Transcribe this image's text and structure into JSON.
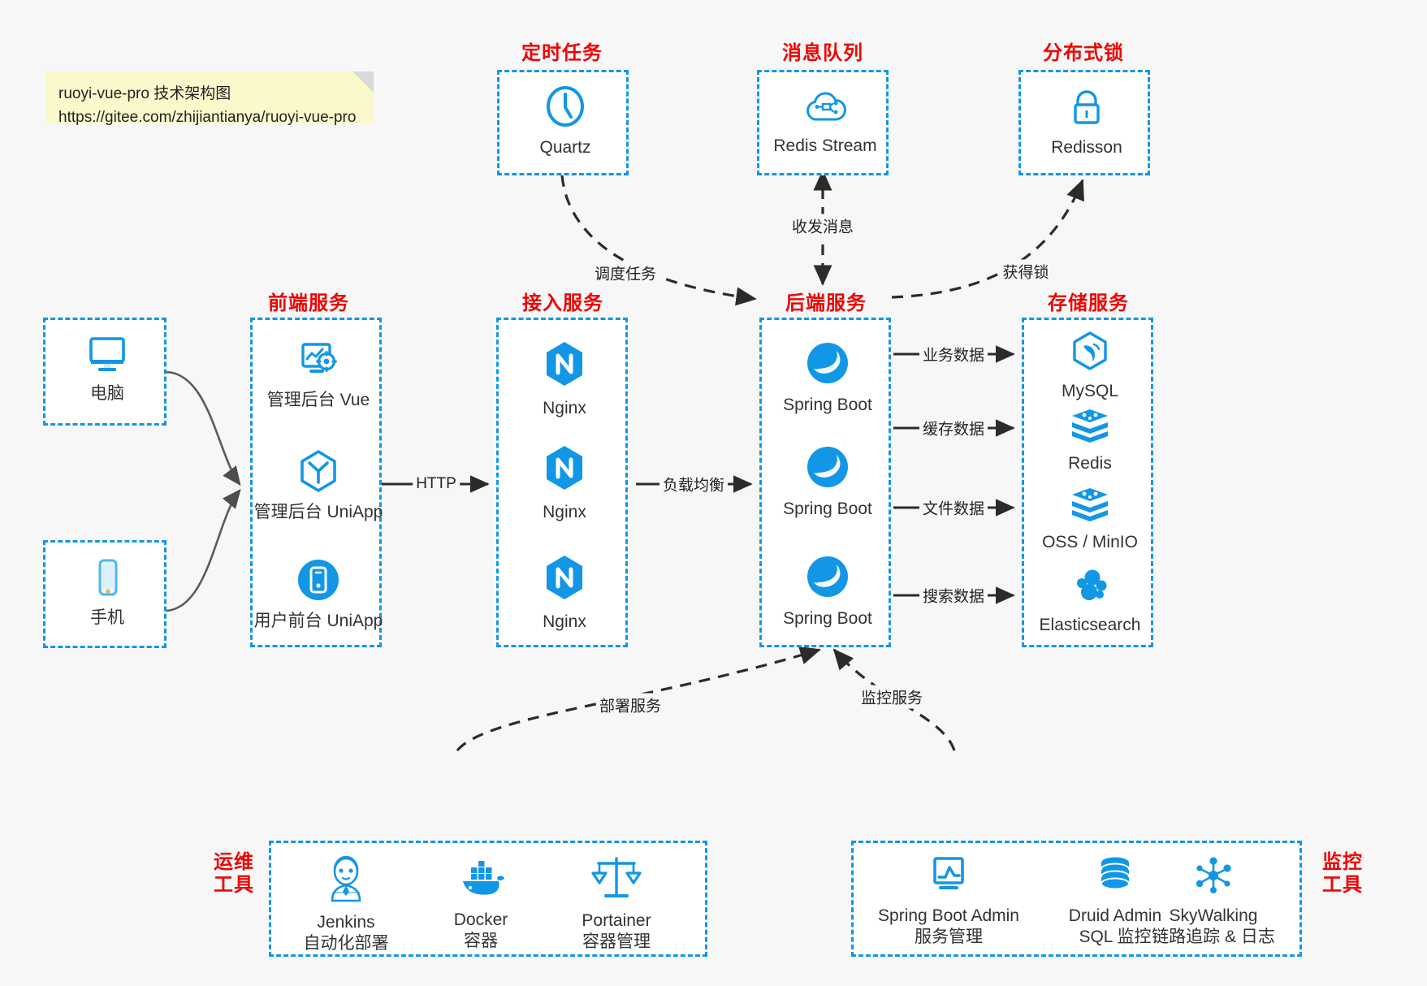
{
  "note": {
    "line1": "ruoyi-vue-pro 技术架构图",
    "line2": "https://gitee.com/zhijiantianya/ruoyi-vue-pro"
  },
  "colors": {
    "accent_blue": "#1296e6",
    "title_red": "#ef0404",
    "background": "#f7f7f7",
    "node_text": "#333333",
    "arrow_gray": "#4d4d4d"
  },
  "groups": {
    "scheduler": {
      "title": "定时任务",
      "nodes": [
        {
          "label": "Quartz",
          "icon": "clock-icon"
        }
      ]
    },
    "mq": {
      "title": "消息队列",
      "nodes": [
        {
          "label": "Redis Stream",
          "icon": "cloud-stream-icon"
        }
      ]
    },
    "lock": {
      "title": "分布式锁",
      "nodes": [
        {
          "label": "Redisson",
          "icon": "padlock-icon"
        }
      ]
    },
    "clients": {
      "title": "",
      "nodes": [
        {
          "label": "电脑",
          "icon": "desktop-icon"
        },
        {
          "label": "手机",
          "icon": "mobile-icon"
        }
      ]
    },
    "frontend": {
      "title": "前端服务",
      "nodes": [
        {
          "label": "管理后台 Vue",
          "icon": "dashboard-gear-icon"
        },
        {
          "label": "管理后台 UniApp",
          "icon": "hexagon-uniapp-icon"
        },
        {
          "label": "用户前台 UniApp",
          "icon": "mobile-circle-icon"
        }
      ]
    },
    "gateway": {
      "title": "接入服务",
      "nodes": [
        {
          "label": "Nginx",
          "icon": "nginx-icon"
        },
        {
          "label": "Nginx",
          "icon": "nginx-icon"
        },
        {
          "label": "Nginx",
          "icon": "nginx-icon"
        }
      ]
    },
    "backend": {
      "title": "后端服务",
      "nodes": [
        {
          "label": "Spring Boot",
          "icon": "spring-boot-icon"
        },
        {
          "label": "Spring Boot",
          "icon": "spring-boot-icon"
        },
        {
          "label": "Spring Boot",
          "icon": "spring-boot-icon"
        }
      ]
    },
    "storage": {
      "title": "存储服务",
      "nodes": [
        {
          "label": "MySQL",
          "icon": "mysql-dolphin-icon"
        },
        {
          "label": "Redis",
          "icon": "redis-stack-icon"
        },
        {
          "label": "OSS / MinIO",
          "icon": "redis-stack-icon"
        },
        {
          "label": "Elasticsearch",
          "icon": "elasticsearch-icon"
        }
      ]
    },
    "devops": {
      "title": "运维\n工具",
      "title_line1": "运维",
      "title_line2": "工具",
      "nodes": [
        {
          "label": "Jenkins",
          "sub": "自动化部署",
          "icon": "jenkins-butler-icon"
        },
        {
          "label": "Docker",
          "sub": "容器",
          "icon": "docker-whale-icon"
        },
        {
          "label": "Portainer",
          "sub": "容器管理",
          "icon": "scales-icon"
        }
      ]
    },
    "monitor": {
      "title_line1": "监控",
      "title_line2": "工具",
      "nodes": [
        {
          "label": "Spring Boot Admin",
          "sub": "服务管理",
          "icon": "monitor-chart-icon"
        },
        {
          "label": "Druid Admin",
          "sub": "SQL 监控",
          "icon": "database-icon"
        },
        {
          "label": "SkyWalking",
          "sub": "链路追踪 & 日志",
          "icon": "skywalking-icon"
        }
      ]
    }
  },
  "edges": [
    {
      "id": "http",
      "label": "HTTP",
      "style": "solid",
      "from": "frontend",
      "to": "gateway"
    },
    {
      "id": "lb",
      "label": "负载均衡",
      "style": "solid",
      "from": "gateway",
      "to": "backend"
    },
    {
      "id": "biz-data",
      "label": "业务数据",
      "style": "solid",
      "from": "backend",
      "to": "mysql"
    },
    {
      "id": "cache-data",
      "label": "缓存数据",
      "style": "solid",
      "from": "backend",
      "to": "redis"
    },
    {
      "id": "file-data",
      "label": "文件数据",
      "style": "solid",
      "from": "backend",
      "to": "oss"
    },
    {
      "id": "search-data",
      "label": "搜索数据",
      "style": "solid",
      "from": "backend",
      "to": "elasticsearch"
    },
    {
      "id": "schedule",
      "label": "调度任务",
      "style": "dashed",
      "from": "quartz",
      "to": "backend"
    },
    {
      "id": "mq-msg",
      "label": "收发消息",
      "style": "dashed",
      "from": "redis-stream",
      "to": "backend",
      "bidirectional": true
    },
    {
      "id": "get-lock",
      "label": "获得锁",
      "style": "dashed",
      "from": "backend",
      "to": "redisson"
    },
    {
      "id": "deploy",
      "label": "部署服务",
      "style": "dashed",
      "from": "devops",
      "to": "backend"
    },
    {
      "id": "monitor",
      "label": "监控服务",
      "style": "dashed",
      "from": "monitor",
      "to": "backend"
    },
    {
      "id": "pc-in",
      "label": "",
      "style": "solid",
      "from": "电脑",
      "to": "frontend"
    },
    {
      "id": "mobile-in",
      "label": "",
      "style": "solid",
      "from": "手机",
      "to": "frontend"
    }
  ]
}
